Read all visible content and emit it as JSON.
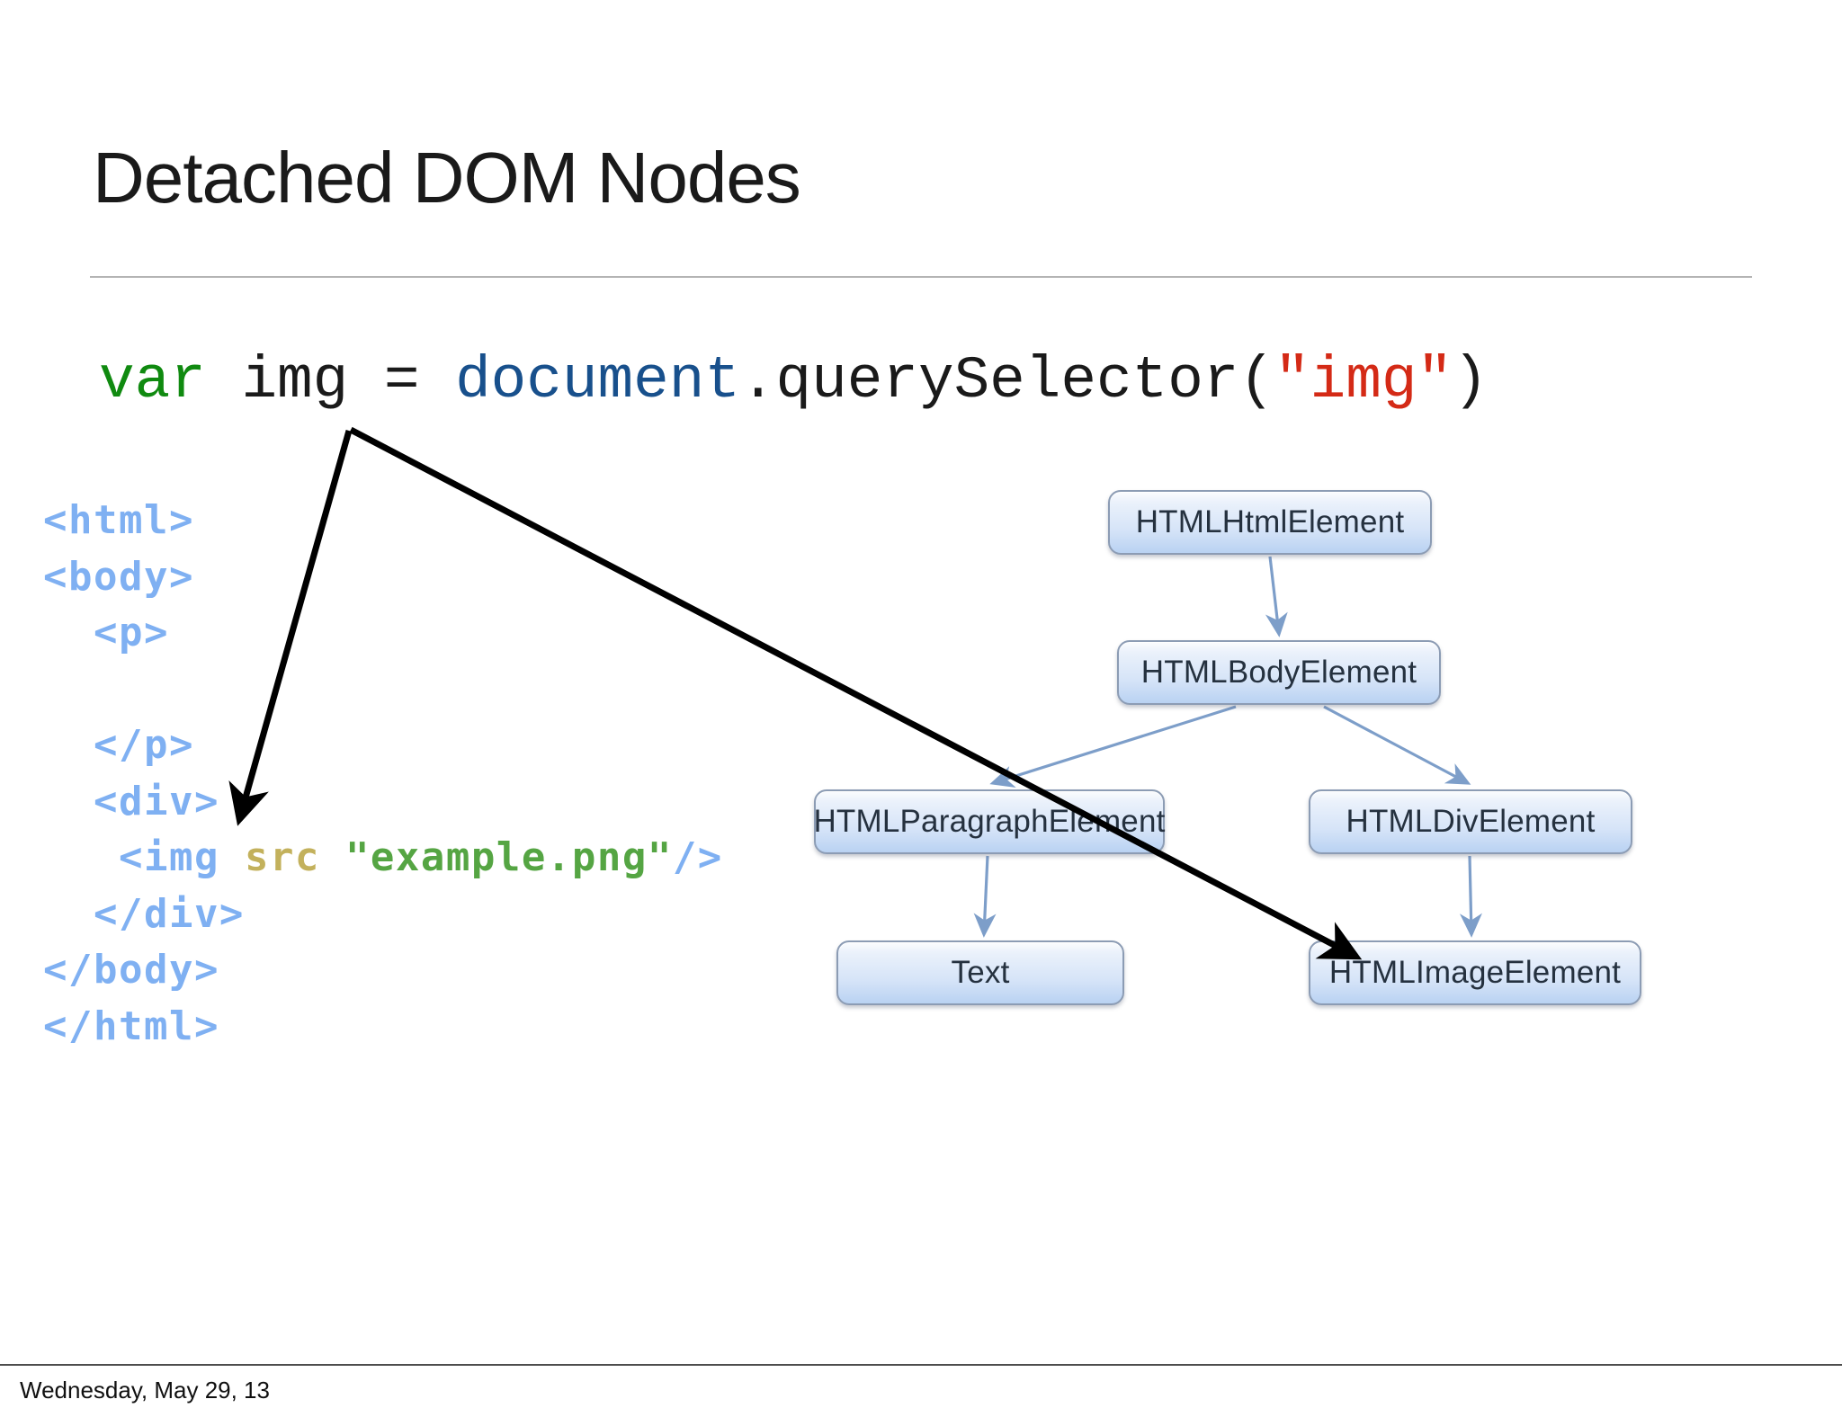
{
  "slide": {
    "title": "Detached DOM Nodes",
    "footer_date": "Wednesday, May 29, 13",
    "background_color": "#ffffff",
    "rule_color": "#b4b4b4"
  },
  "js_code": {
    "full_line": "var img = document.querySelector(\"img\")",
    "tokens": {
      "keyword": "var",
      "space1": " ",
      "variable": "img = ",
      "object": "document",
      "method": ".querySelector(",
      "string": "\"img\"",
      "close_paren": ")"
    },
    "colors": {
      "keyword": "#108A10",
      "plain": "#1a1a1a",
      "object": "#18508C",
      "string": "#D42A16"
    }
  },
  "html_markup": {
    "lines": [
      {
        "indent": 0,
        "tag": "<html>"
      },
      {
        "indent": 0,
        "tag": "<body>"
      },
      {
        "indent": 1,
        "tag": "<p>"
      },
      {
        "indent": 0,
        "tag": ""
      },
      {
        "indent": 1,
        "tag": "</p>"
      },
      {
        "indent": 1,
        "tag": "<div>"
      },
      {
        "indent": 0,
        "tag": ""
      },
      {
        "indent": 1,
        "tag": "</div>"
      },
      {
        "indent": 0,
        "tag": "</body>"
      },
      {
        "indent": 0,
        "tag": "</html>"
      }
    ],
    "img_line": {
      "tag_open": "<img",
      "attr_name": "src",
      "attr_value": "\"example.png\"",
      "tag_close": "/>"
    },
    "colors": {
      "tag": "#7FB0F2",
      "attribute": "#C3B15C",
      "value": "#55A543"
    }
  },
  "tree": {
    "type": "diagram",
    "node_fill_top": "#fbfcfe",
    "node_fill_bottom": "#b9d2f2",
    "node_border": "#8c9cb4",
    "edge_color": "#7d9ec9",
    "nodes": [
      {
        "id": "html",
        "label": "HTMLHtmlElement"
      },
      {
        "id": "body",
        "label": "HTMLBodyElement"
      },
      {
        "id": "para",
        "label": "HTMLParagraphElement"
      },
      {
        "id": "div",
        "label": "HTMLDivElement"
      },
      {
        "id": "text",
        "label": "Text"
      },
      {
        "id": "image",
        "label": "HTMLImageElement"
      }
    ],
    "edges": [
      {
        "from": "html",
        "to": "body"
      },
      {
        "from": "body",
        "to": "para"
      },
      {
        "from": "body",
        "to": "div"
      },
      {
        "from": "para",
        "to": "text"
      },
      {
        "from": "div",
        "to": "image"
      }
    ]
  },
  "annotations": {
    "arrow_color": "#000000",
    "arrows": [
      {
        "name": "img-to-markup",
        "from_label": "img",
        "to_label": "<img"
      },
      {
        "name": "img-to-treenode",
        "from_label": "img",
        "to_label": "HTMLImageElement"
      }
    ]
  }
}
